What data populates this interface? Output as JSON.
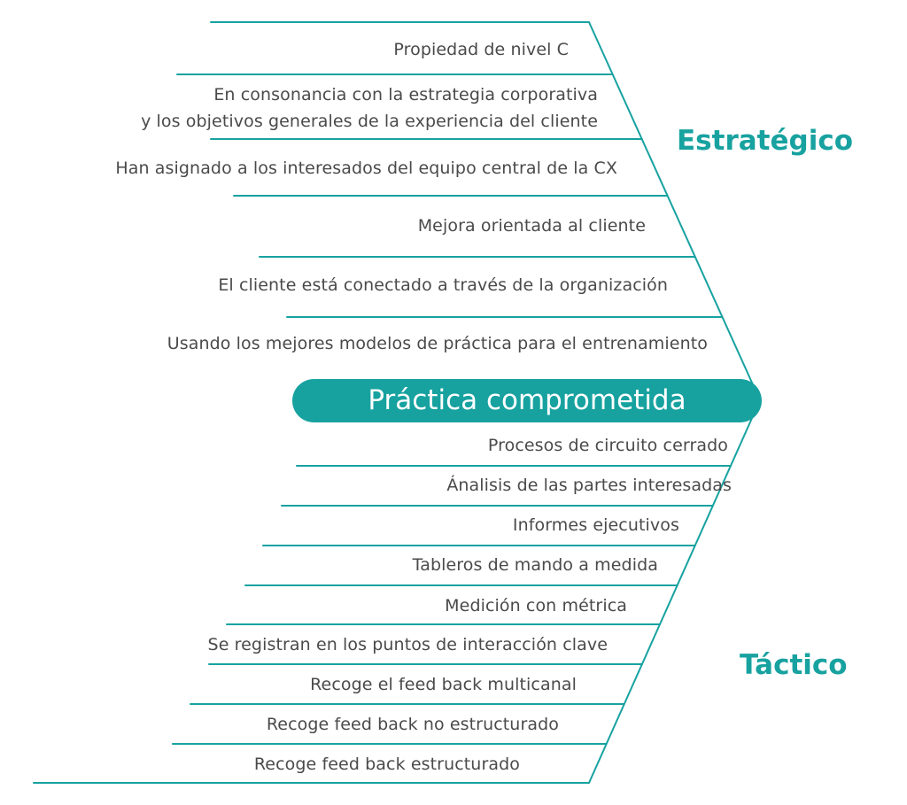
{
  "center_label": "Práctica comprometida",
  "sections": {
    "strategic": "Estratégico",
    "tactical": "Táctico"
  },
  "strategic_items": [
    "Propiedad de nivel C",
    "En consonancia con la estrategia corporativa\ny los objetivos generales de la experiencia del cliente",
    "Han asignado a los interesados del equipo central de la CX",
    "Mejora orientada al cliente",
    "El cliente está conectado a través de la organización",
    "Usando los mejores modelos de práctica para el entrenamiento"
  ],
  "tactical_items": [
    "Procesos de circuito cerrado",
    "Ánalisis de las partes interesadas",
    "Informes ejecutivos",
    "Tableros de mando a medida",
    "Medición con métrica",
    "Se registran en los puntos de interacción clave",
    "Recoge el feed back multicanal",
    "Recoge feed back no estructurado",
    "Recoge feed back estructurado"
  ],
  "colors": {
    "accent": "#17a2a0",
    "text": "#4a4a4a",
    "background": "#ffffff"
  }
}
